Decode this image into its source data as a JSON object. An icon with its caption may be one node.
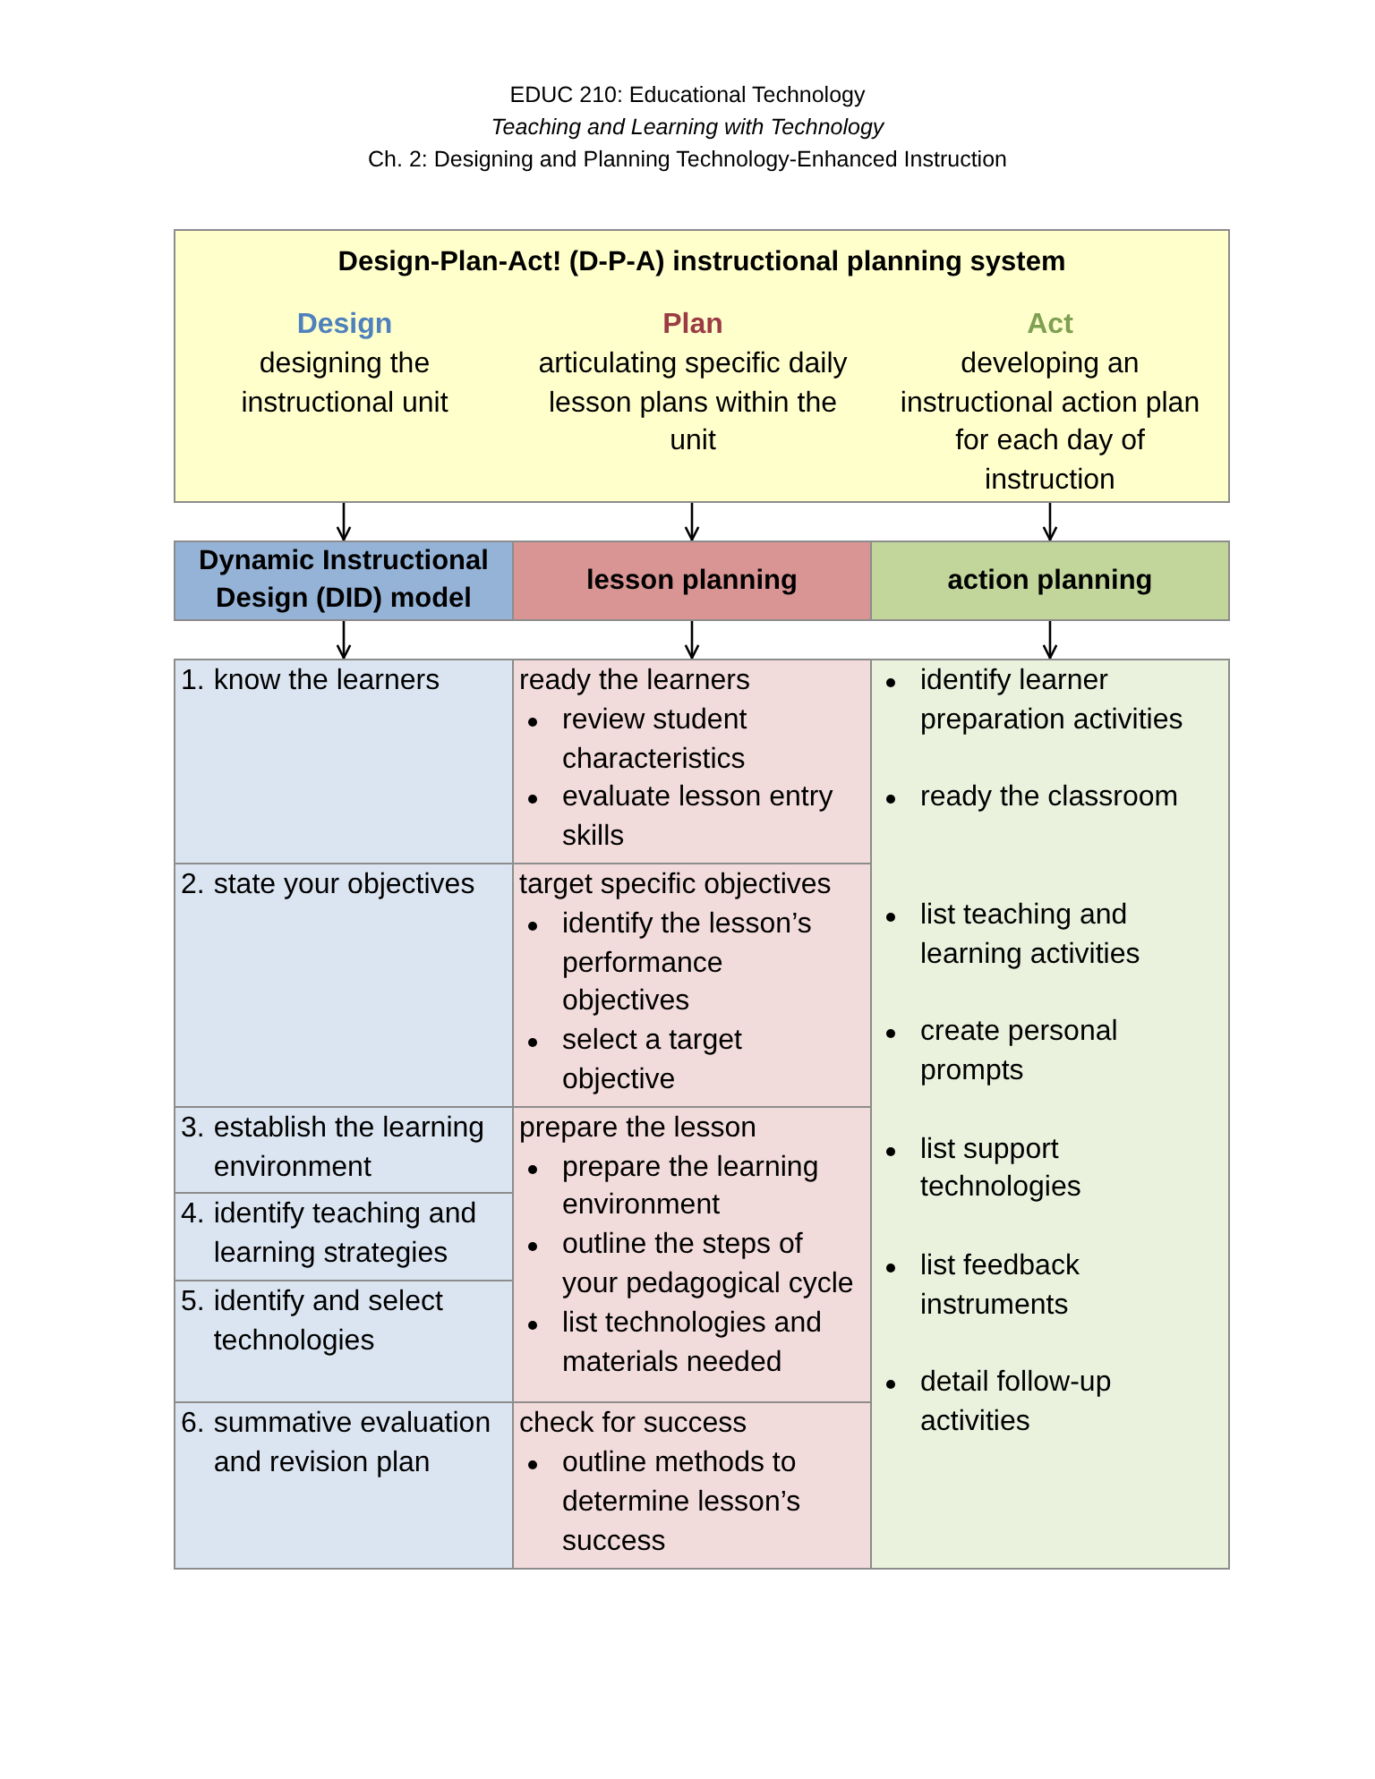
{
  "diagram": {
    "nodes": [
      {
        "text": [
          "Design-Plan-Act! (D-P-A) instructional planning system",
          "Design",
          "designing the instructional unit",
          "Plan",
          "articulating specific daily lesson plans within the unit",
          "Act",
          "developing an instructional action plan for each day of instruction"
        ]
      },
      {
        "text": [
          "Dynamic Instructional Design (DID) model"
        ]
      },
      {
        "text": [
          "lesson planning"
        ]
      },
      {
        "text": [
          "action planning"
        ]
      },
      {
        "text": [
          "1.",
          "know the learners"
        ]
      },
      {
        "text": [
          "2.",
          "state your objectives"
        ]
      },
      {
        "text": [
          "3.",
          "establish the learning environment"
        ]
      },
      {
        "text": [
          "4.",
          "identify teaching and learning strategies"
        ]
      },
      {
        "text": [
          "5.",
          "identify and select technologies"
        ]
      },
      {
        "text": [
          "6.",
          "summative evaluation and revision plan"
        ]
      },
      {
        "text": [
          "ready the learners",
          "review student characteristics",
          "evaluate lesson entry skills"
        ]
      },
      {
        "text": [
          "target specific objectives",
          "identify the lesson’s performance objectives",
          "select a target objective"
        ]
      },
      {
        "text": [
          "prepare the lesson",
          "prepare the learning environment",
          "outline the steps of your pedagogical cycle",
          "list technologies and materials needed"
        ]
      },
      {
        "text": [
          "check for success",
          "outline methods to determine lesson’s success"
        ]
      },
      {
        "text": [
          "identify learner preparation activities",
          "ready the classroom",
          "list teaching and learning activities",
          "create personal prompts",
          "list support technologies",
          "list feedback instruments",
          "detail follow-up activities"
        ]
      }
    ],
    "edges": [
      {
        "from": 0,
        "to": 1,
        "arrow": "to"
      },
      {
        "from": 0,
        "to": 2,
        "arrow": "to"
      },
      {
        "from": 0,
        "to": 3,
        "arrow": "to"
      },
      {
        "from": 1,
        "to": 4,
        "arrow": "to"
      },
      {
        "from": 2,
        "to": 10,
        "arrow": "to"
      },
      {
        "from": 3,
        "to": 14,
        "arrow": "to"
      }
    ],
    "labels": [
      "EDUC 210: Educational Technology",
      "Teaching and Learning with Technology",
      "Ch. 2: Designing and Planning Technology-Enhanced Instruction"
    ]
  }
}
